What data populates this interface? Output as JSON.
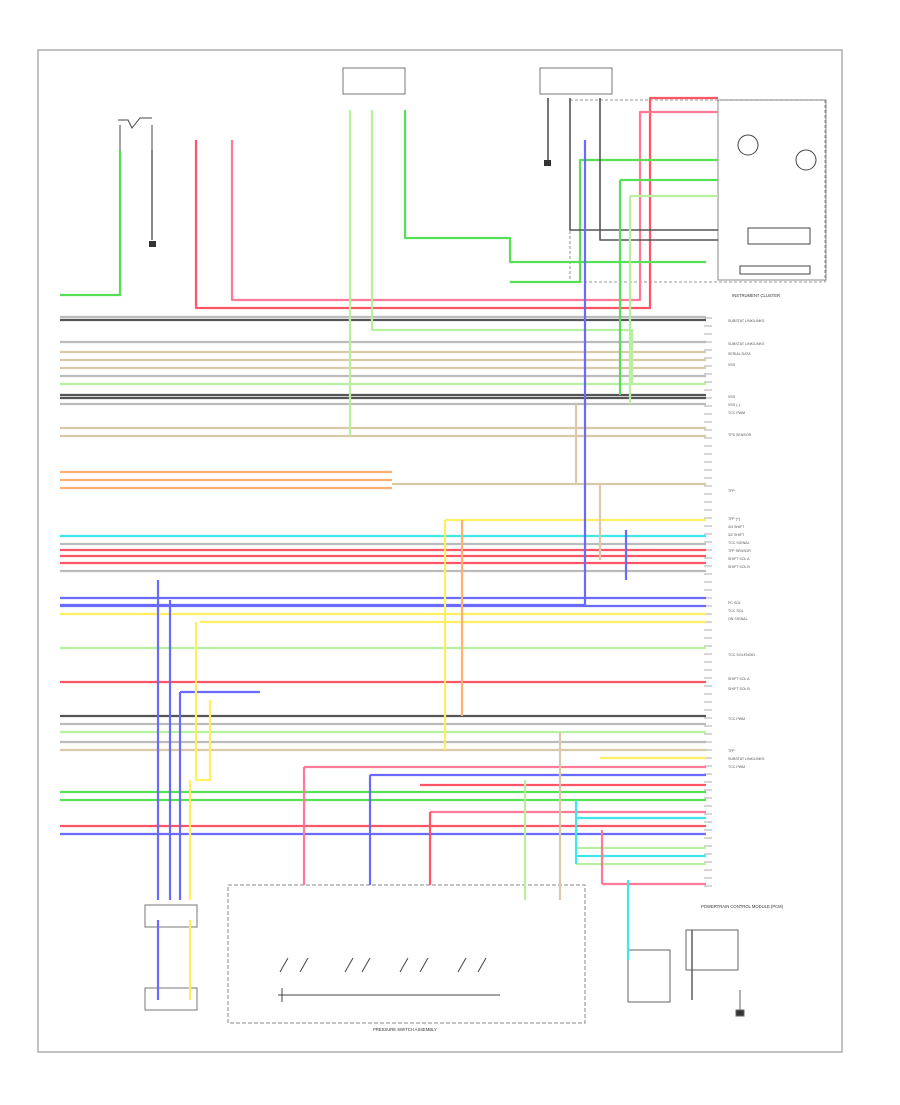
{
  "diagram": {
    "type": "wiring-schematic",
    "page_mark": "",
    "blocks": {
      "instrument_cluster": {
        "label": "INSTRUMENT CLUSTER"
      },
      "pcm": {
        "label": "POWERTRAIN CONTROL MODULE (PCM)"
      },
      "transaxle_switch": {
        "label": "PRESSURE SWITCH ASSEMBLY"
      }
    },
    "pin_labels": [
      "SUBSTAT LINK/LINKS",
      "SUBSTAT LINK/LINKS",
      "SERIAL DATA",
      "VSS",
      "VSS",
      "VSS (-)",
      "TCC PWM",
      "TPS SENSOR",
      "TFP",
      "TFP (+)",
      "4/3 SHIFT",
      "3/2 SHIFT",
      "TCC SIGNAL",
      "TFP SENSOR",
      "SHIFT SOL A",
      "SHIFT SOL B",
      "PC SOL",
      "TCC SOL",
      "ON SIGNAL",
      "TCC SOLENOID",
      "SHIFT SOL A",
      "SHIFT SOL B",
      "TCC PWM",
      "TFP",
      "SUBSTAT LINK/LINKS",
      "TCC PWM"
    ],
    "wire_colors": {
      "green": "#55e055",
      "red": "#ff5566",
      "pink": "#ff7a96",
      "blue": "#6a6aff",
      "orange": "#ffb070",
      "yellow": "#ffef60",
      "cyan": "#3fe6ea",
      "dark": "#555555",
      "gray": "#bbbbbb",
      "tan": "#d9c9a8",
      "lightgreen": "#b8f0a0"
    }
  }
}
